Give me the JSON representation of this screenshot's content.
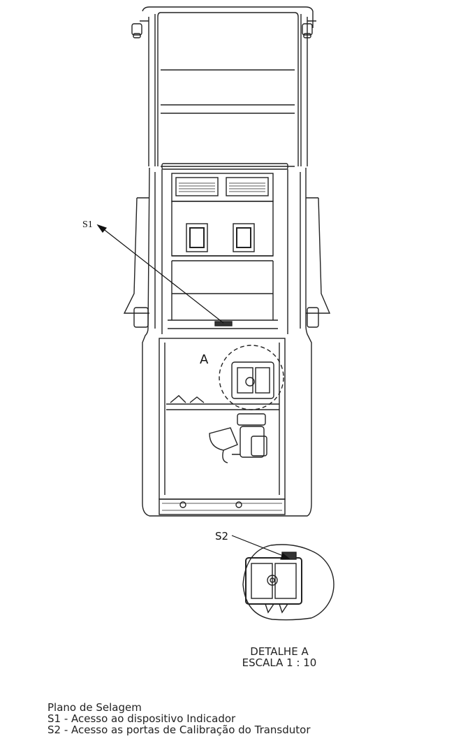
{
  "labels": {
    "s1": "S1",
    "s2": "S2",
    "detail_letter": "A"
  },
  "detail_title": {
    "line1": "DETALHE A",
    "line2": "ESCALA 1 : 10"
  },
  "caption": {
    "title": "Plano de Selagem",
    "item1": "S1 - Acesso ao dispositivo Indicador",
    "item2": "S2 - Acesso as portas de Calibração do Transdutor"
  }
}
